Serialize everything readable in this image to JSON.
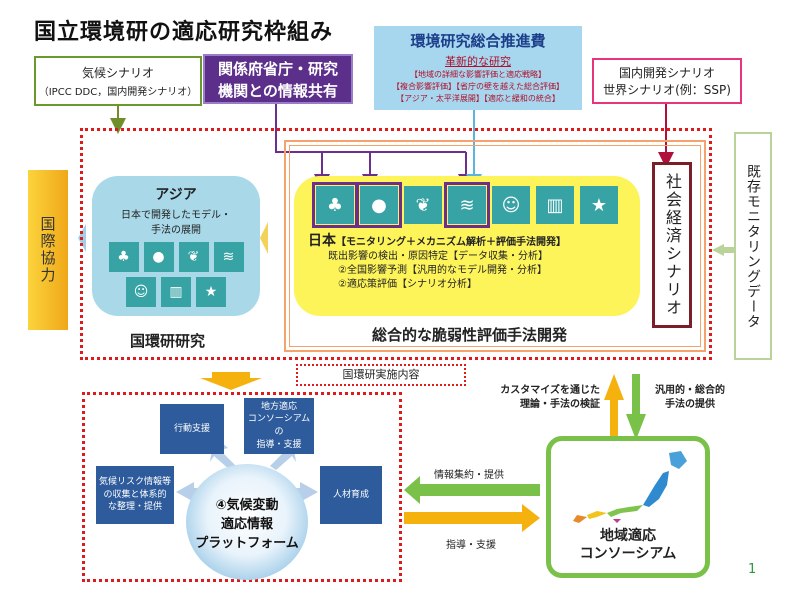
{
  "title": "国立環境研の適応研究枠組み",
  "climate_scenario": {
    "line1": "気候シナリオ",
    "line2": "（IPCC DDC，国内開発シナリオ）"
  },
  "info_sharing": {
    "line1": "関係府省庁・研究",
    "line2": "機関との情報共有"
  },
  "env_fund": {
    "title": "環境研究総合推進費",
    "subtitle": "革新的な研究",
    "items": [
      "【地域の詳細な影響評価と適応戦略】",
      "【複合影響評価】【省庁の壁を越えた総合評価】",
      "【アジア・太平洋展開】【適応と緩和の統合】"
    ]
  },
  "domestic_scenario": {
    "line1": "国内開発シナリオ",
    "line2": "世界シナリオ(例：SSP)"
  },
  "existing_monitoring": "既存モニタリングデータ",
  "intl_cooperation": "国際協力",
  "asia": {
    "title": "アジア",
    "line1": "日本で開発したモデル・",
    "line2": "手法の展開"
  },
  "japan": {
    "head": "日本",
    "head_detail": "【モニタリング＋メカニズム解析＋評価手法開発】",
    "line1": "既出影響の検出・原因特定【データ収集・分析】",
    "line2": "②全国影響予測【汎用的なモデル開発・分析】",
    "line3": "②適応策評価【シナリオ分析】"
  },
  "socio_scenario": "社会経済シナリオ",
  "nies_research": "国環研研究",
  "vulnerability": "総合的な脆弱性評価手法開発",
  "nies_contents": "国環研実施内容",
  "customize": {
    "line1": "カスタマイズを通じた",
    "line2": "理論・手法の検証"
  },
  "provision": {
    "line1": "汎用的・総合的",
    "line2": "手法の提供"
  },
  "platform": {
    "action_support": "行動支援",
    "regional": {
      "line1": "地方適応",
      "line2": "コンソーシアムの",
      "line3": "指導・支援"
    },
    "climate_info": {
      "line1": "気候リスク情報等",
      "line2": "の収集と体系的",
      "line3": "な整理・提供"
    },
    "hr": "人材育成",
    "center": {
      "line1": "④気候変動",
      "line2": "適応情報",
      "line3": "プラットフォーム"
    }
  },
  "info_collect": "情報集約・提供",
  "guidance": "指導・支援",
  "regional_consortium": {
    "line1": "地域適応",
    "line2": "コンソーシアム"
  },
  "page_number": "1",
  "icons": [
    "forest-icon",
    "water-drop-icon",
    "leaf-icon",
    "wave-icon",
    "people-icon",
    "industry-icon",
    "city-icon"
  ],
  "colors": {
    "accent_purple": "#5b2f8a",
    "dotted_red": "#e01a1a",
    "panel_yellow": "#fdf45a",
    "panel_blue": "#a9d9e9",
    "green": "#7ac14a"
  }
}
